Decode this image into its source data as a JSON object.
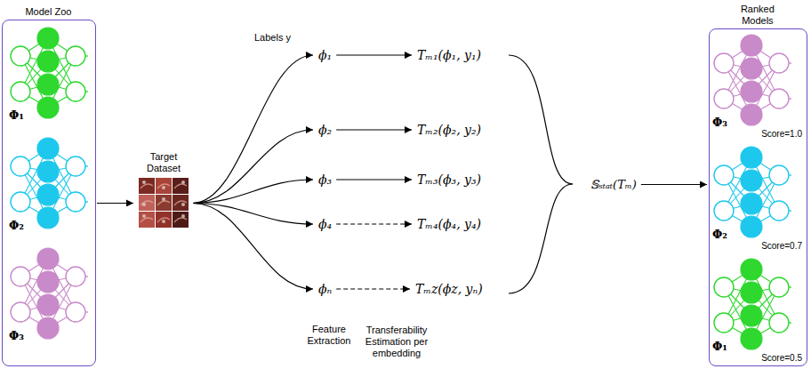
{
  "diagram": {
    "nodes": [
      {
        "text": [
          "Model Zoo"
        ]
      },
      {
        "text": [
          "Φ₁"
        ],
        "in": 0
      },
      {
        "text": [
          "Φ₂"
        ],
        "in": 0
      },
      {
        "text": [
          "Φ₃"
        ],
        "in": 0
      },
      {
        "text": [
          "Target Dataset"
        ]
      },
      {
        "text": [
          "ϕ₁"
        ]
      },
      {
        "text": [
          "ϕ₂"
        ]
      },
      {
        "text": [
          "ϕ₃"
        ]
      },
      {
        "text": [
          "ϕ₄"
        ]
      },
      {
        "text": [
          "ϕₙ"
        ]
      },
      {
        "text": [
          "Tₘ₁(ϕ₁, y₁)"
        ]
      },
      {
        "text": [
          "Tₘ₂(ϕ₂, y₂)"
        ]
      },
      {
        "text": [
          "Tₘ₃(ϕ₃, y₃)"
        ]
      },
      {
        "text": [
          "Tₘ₄(ϕ₄, y₄)"
        ]
      },
      {
        "text": [
          "Tₘz(ϕz, yₙ)"
        ]
      },
      {
        "text": [
          "𝕊ₛₜₐₜ(Tₘ)"
        ]
      },
      {
        "text": [
          "Ranked Models"
        ]
      },
      {
        "text": [
          "Φ₃",
          "Score=1.0"
        ],
        "in": 16
      },
      {
        "text": [
          "Φ₂",
          "Score=0.7"
        ],
        "in": 16
      },
      {
        "text": [
          "Φ₁",
          "Score=0.5"
        ],
        "in": 16
      }
    ],
    "edges": [
      {
        "from": 0,
        "to": 4,
        "arrow": "to"
      },
      {
        "from": 4,
        "to": 5,
        "arrow": "to"
      },
      {
        "from": 4,
        "to": 6,
        "arrow": "to"
      },
      {
        "from": 4,
        "to": 7,
        "arrow": "to"
      },
      {
        "from": 4,
        "to": 8,
        "arrow": "to"
      },
      {
        "from": 4,
        "to": 9,
        "arrow": "to"
      },
      {
        "from": 5,
        "to": 10,
        "arrow": "to"
      },
      {
        "from": 6,
        "to": 11,
        "arrow": "to"
      },
      {
        "from": 7,
        "to": 12,
        "arrow": "to"
      },
      {
        "from": 8,
        "to": 13,
        "arrow": "to"
      },
      {
        "from": 9,
        "to": 14,
        "arrow": "to"
      },
      {
        "from": 15,
        "to": 16,
        "arrow": "to"
      }
    ],
    "labels": [
      "Labels y",
      "Feature Extraction",
      "Transferability Estimation per embedding"
    ]
  }
}
